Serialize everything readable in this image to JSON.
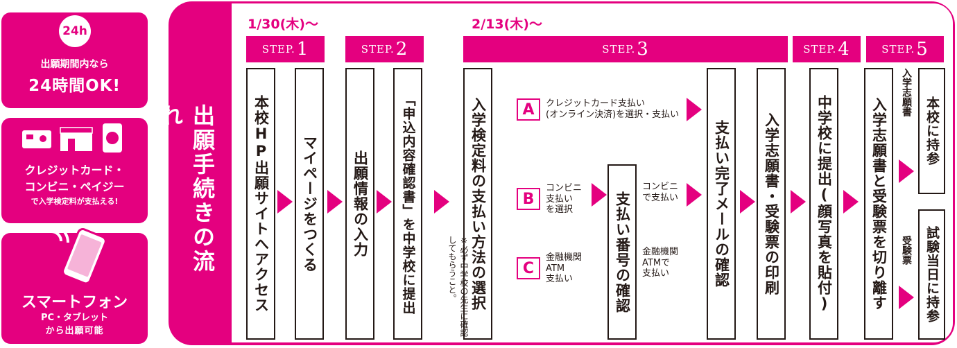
{
  "side": {
    "h24": {
      "badge": "24h",
      "line1": "出願期間内なら",
      "line2": "24時間OK!"
    },
    "payment": {
      "line1": "クレジットカード・",
      "line2": "コンビニ・ペイジー",
      "line3": "で入学検定料が支払える!"
    },
    "phone": {
      "line1": "スマートフォン",
      "line2": "PC・タブレット",
      "line3": "から出願可能"
    }
  },
  "title": "出願手続きの流れ",
  "dates": {
    "d1": "1/30(木)〜",
    "d2": "2/13(木)〜"
  },
  "steps": [
    {
      "prefix": "STEP.",
      "num": "1"
    },
    {
      "prefix": "STEP.",
      "num": "2"
    },
    {
      "prefix": "STEP.",
      "num": "3"
    },
    {
      "prefix": "STEP.",
      "num": "4"
    },
    {
      "prefix": "STEP.",
      "num": "5"
    }
  ],
  "boxes": {
    "access": "本校HP出願サイトへアクセス",
    "mypage": "マイページをつくる",
    "input": "出願情報の入力",
    "submit_form": "「申込内容確認書」を中学校に提出",
    "select_payment": "入学検定料の支払い方法の選択",
    "payment_number": "支払い番号の確認",
    "complete_mail": "支払い完了メールの確認",
    "print": "入学志願書・受験票の印刷",
    "submit_jhs": "中学校に提出(顔写真を貼付)",
    "cut": "入学志願書と受験票を切り離す",
    "bring_school": "本校に持参",
    "bring_exam": "試験当日に持参"
  },
  "note": "※必ず中学校の先生に確認してもらうこと。",
  "options": {
    "a": {
      "letter": "A",
      "line1": "クレジットカード支払い",
      "line2": "(オンライン決済)を選択・支払い"
    },
    "b": {
      "letter": "B",
      "line1": "コンビニ",
      "line2": "支払い",
      "line3": "を選択"
    },
    "c": {
      "letter": "C",
      "line1": "金融機関",
      "line2": "ATM",
      "line3": "支払い"
    }
  },
  "b_after": {
    "line1": "コンビニ",
    "line2": "で支払い"
  },
  "c_after": {
    "line1": "金融機関",
    "line2": "ATMで",
    "line3": "支払い"
  },
  "labels": {
    "application": "入学志願書",
    "ticket": "受験票"
  },
  "colors": {
    "accent": "#e4007f"
  }
}
